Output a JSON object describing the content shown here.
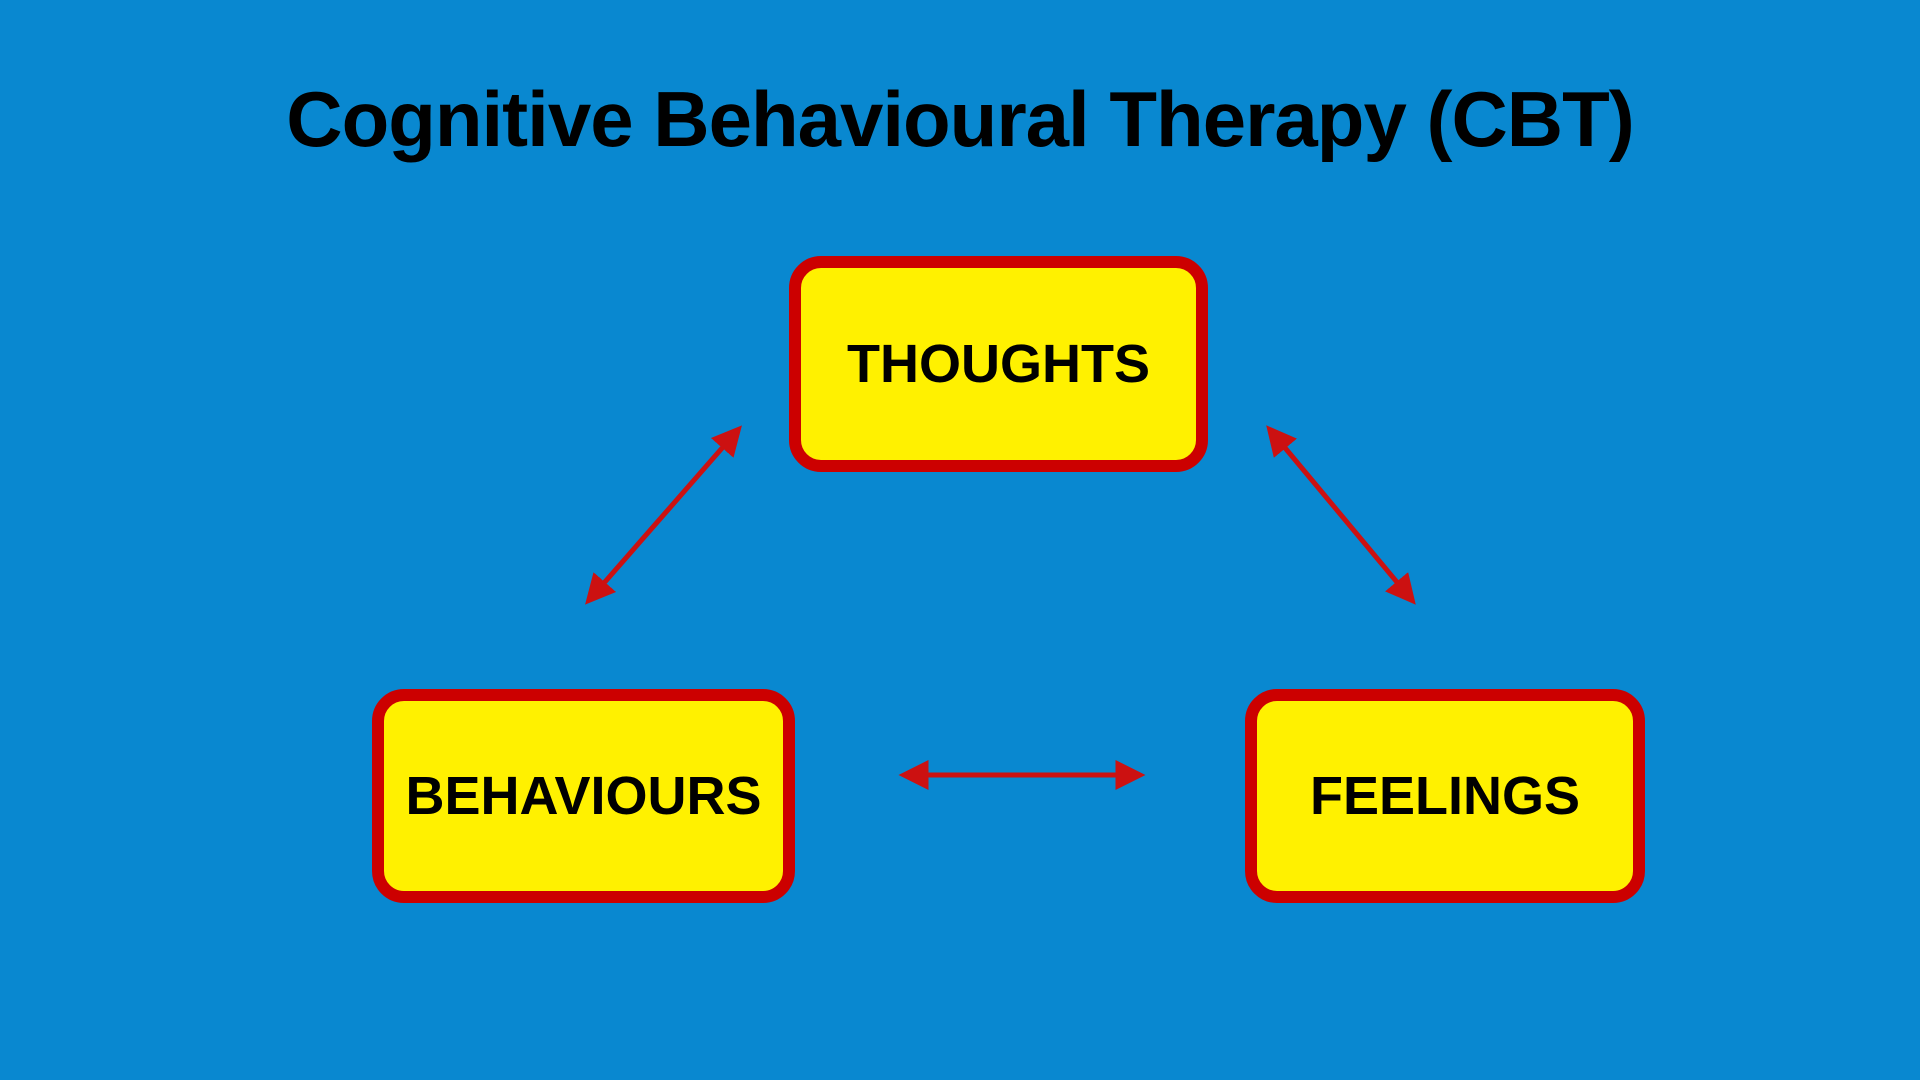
{
  "slide": {
    "title": "Cognitive Behavioural Therapy (CBT)",
    "background_color": "#0988D0"
  },
  "nodes": {
    "thoughts": {
      "label": "THOUGHTS"
    },
    "behaviours": {
      "label": "BEHAVIOURS"
    },
    "feelings": {
      "label": "FEELINGS"
    }
  },
  "connections": [
    {
      "from": "THOUGHTS",
      "to": "BEHAVIOURS",
      "type": "bidirectional-arrow"
    },
    {
      "from": "THOUGHTS",
      "to": "FEELINGS",
      "type": "bidirectional-arrow"
    },
    {
      "from": "BEHAVIOURS",
      "to": "FEELINGS",
      "type": "bidirectional-arrow"
    }
  ],
  "colors": {
    "node_fill": "#FFF100",
    "node_border": "#CC0000",
    "arrow": "#CC1111",
    "text": "#000000"
  }
}
